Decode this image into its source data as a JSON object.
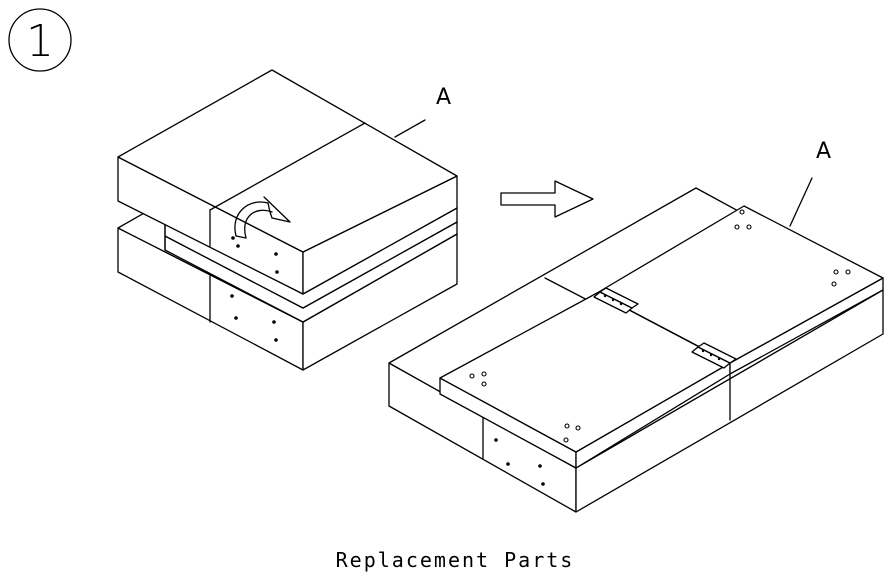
{
  "step_number": "1",
  "part_label_left": "A",
  "part_label_right": "A",
  "caption": "Replacement Parts"
}
